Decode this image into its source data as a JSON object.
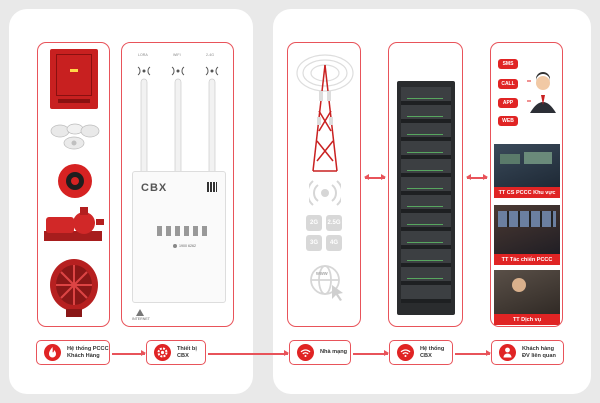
{
  "router": {
    "brand": "CBX",
    "antenna_labels": [
      "LORA",
      "WIFI",
      "2-4G"
    ],
    "hotline": "1900 6262",
    "internet_label": "INTERNET"
  },
  "network": {
    "generations": [
      "2G",
      "2.5G",
      "3G",
      "4G"
    ],
    "www_label": "www"
  },
  "channels": [
    "SMS",
    "CALL",
    "APP",
    "WEB"
  ],
  "centers": [
    {
      "label": "TT CS PCCC Khu vực"
    },
    {
      "label": "TT Tác chiến PCCC"
    },
    {
      "label": "TT Dịch vụ"
    }
  ],
  "flow": [
    {
      "line1": "Hệ thống PCCC",
      "line2": "Khách Hàng",
      "icon": "flame-icon"
    },
    {
      "line1": "Thiết bị",
      "line2": "CBX",
      "icon": "gear-icon"
    },
    {
      "line1": "Nhà mạng",
      "line2": "",
      "icon": "wifi-icon"
    },
    {
      "line1": "Hệ thống",
      "line2": "CBX",
      "icon": "wifi-icon"
    },
    {
      "line1": "Khách hàng",
      "line2": "ĐV liên quan",
      "icon": "person-icon"
    }
  ],
  "colors": {
    "accent": "#e02424",
    "border": "#e8535a",
    "panel_bg": "#ffffff",
    "page_bg": "#e9e9e9"
  }
}
